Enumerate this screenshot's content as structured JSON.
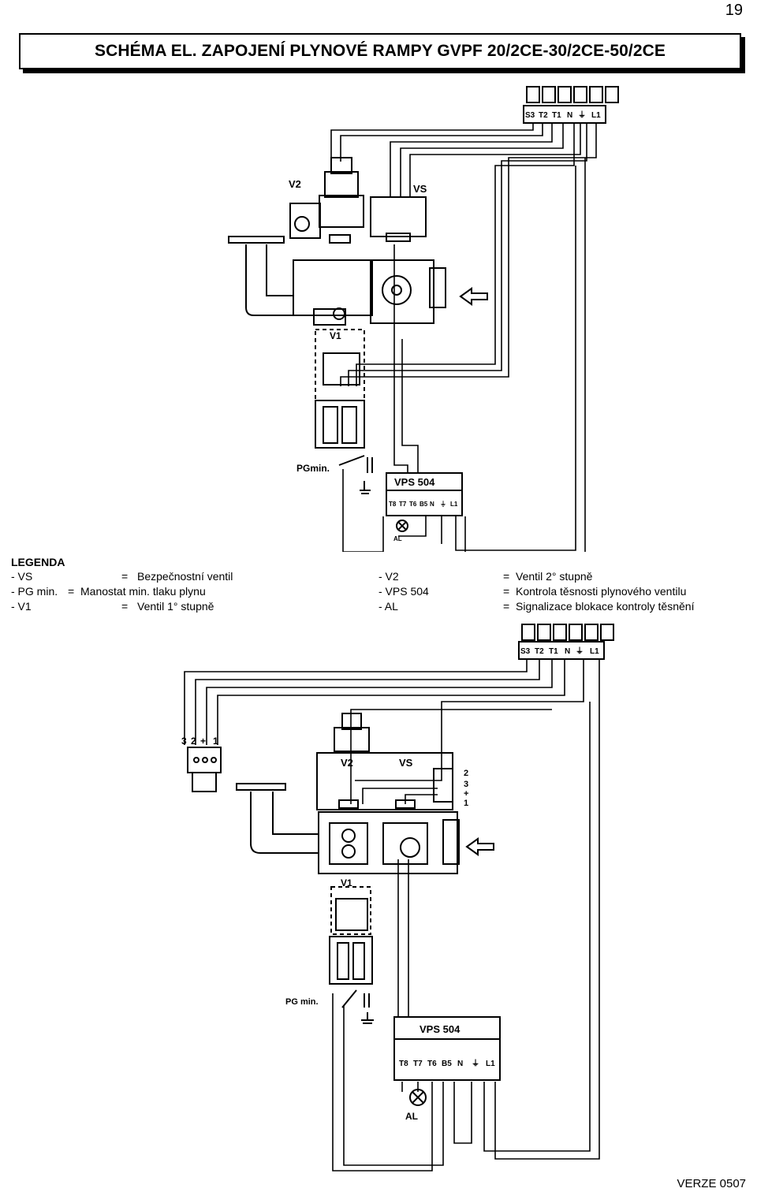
{
  "page_number": "19",
  "title": "SCHÉMA EL. ZAPOJENÍ PLYNOVÉ RAMPY GVPF 20/2CE-30/2CE-50/2CE",
  "labels": {
    "terminals": [
      "S3",
      "T2",
      "T1",
      "N",
      "⏚",
      "L1"
    ],
    "v2": "V2",
    "vs": "VS",
    "v1": "V1",
    "pg_min_1": "PGmin.",
    "pg_min_2": "PG min.",
    "vps_1": "VPS 504",
    "vps_2": "VPS 504",
    "vps_terminals": [
      "T8",
      "T7",
      "T6",
      "B5",
      "N",
      "⏚",
      "L1"
    ],
    "al": "AL",
    "plug_pins": [
      "3",
      "2",
      "+",
      "1"
    ],
    "side_pins": [
      "2",
      "3",
      "+",
      "1"
    ]
  },
  "legend": {
    "heading": "LEGENDA",
    "rows": [
      {
        "left_code": "- VS",
        "left_eq": "=",
        "left_desc": "Bezpečnostní ventil",
        "right_code": "- V2",
        "right_eq": "=",
        "right_desc": "Ventil 2° stupně"
      },
      {
        "left_code": "- PG min.",
        "left_eq": "=",
        "left_desc": "Manostat min. tlaku plynu",
        "right_code": "- VPS 504",
        "right_eq": "=",
        "right_desc": "Kontrola těsnosti plynového ventilu"
      },
      {
        "left_code": "- V1",
        "left_eq": "=",
        "left_desc": "Ventil 1° stupně",
        "right_code": "- AL",
        "right_eq": "=",
        "right_desc": "Signalizace blokace kontroly těsnění"
      }
    ]
  },
  "version": "VERZE 0507"
}
